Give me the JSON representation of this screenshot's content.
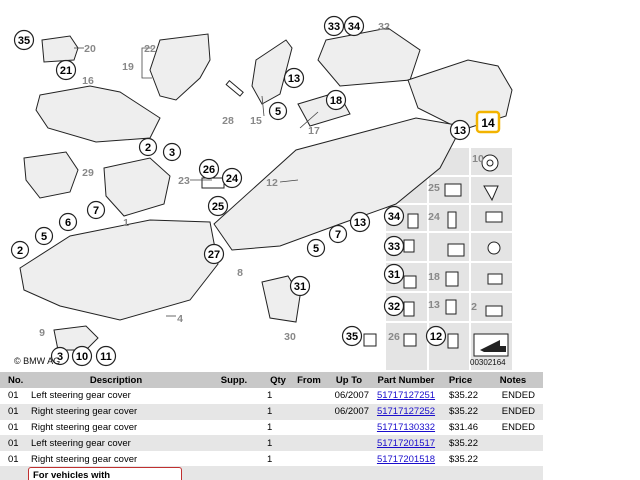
{
  "diagram": {
    "callouts": [
      "1",
      "2",
      "3",
      "4",
      "5",
      "6",
      "7",
      "8",
      "9",
      "10",
      "11",
      "12",
      "13",
      "14",
      "15",
      "16",
      "17",
      "18",
      "19",
      "20",
      "21",
      "22",
      "23",
      "24",
      "25",
      "26",
      "27",
      "28",
      "29",
      "30",
      "31",
      "32",
      "33",
      "34",
      "35"
    ],
    "highlighted_callout": "14",
    "copyright": "© BMW AG",
    "image_number": "00302164",
    "colors": {
      "highlight": "#f2b300",
      "line": "#222222",
      "fill": "#dddddd",
      "sidebar": "#e4e4e4"
    }
  },
  "table": {
    "headers": {
      "no": "No.",
      "description": "Description",
      "supp": "Supp.",
      "qty": "Qty",
      "from": "From",
      "up_to": "Up To",
      "part_number": "Part Number",
      "price": "Price",
      "notes": "Notes"
    },
    "rows": [
      {
        "no": "01",
        "description": "Left steering gear cover",
        "supp": "",
        "qty": "1",
        "from": "",
        "up_to": "06/2007",
        "part_number": "51717127251",
        "price": "$35.22",
        "notes": "ENDED"
      },
      {
        "no": "01",
        "description": "Right steering gear cover",
        "supp": "",
        "qty": "1",
        "from": "",
        "up_to": "06/2007",
        "part_number": "51717127252",
        "price": "$35.22",
        "notes": "ENDED"
      },
      {
        "no": "01",
        "description": "Right steering gear cover",
        "supp": "",
        "qty": "1",
        "from": "",
        "up_to": "",
        "part_number": "51717130332",
        "price": "$31.46",
        "notes": "ENDED"
      },
      {
        "no": "01",
        "description": "Left steering gear cover",
        "supp": "",
        "qty": "1",
        "from": "",
        "up_to": "",
        "part_number": "51717201517",
        "price": "$35.22",
        "notes": ""
      },
      {
        "no": "01",
        "description": "Right steering gear cover",
        "supp": "",
        "qty": "1",
        "from": "",
        "up_to": "",
        "part_number": "51717201518",
        "price": "$35.22",
        "notes": ""
      }
    ],
    "group_note": "For vehicles with"
  }
}
